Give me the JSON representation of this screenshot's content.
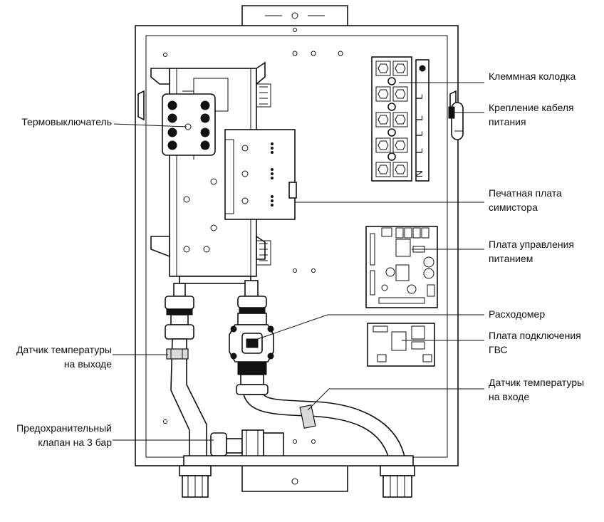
{
  "labels": {
    "terminal_block": "Клеммная колодка",
    "cable_mount_1": "Крепление кабеля",
    "cable_mount_2": "питания",
    "thermostat": "Термовыключатель",
    "triac_board_1": "Печатная плата",
    "triac_board_2": "симистора",
    "power_board_1": "Плата управления",
    "power_board_2": "питанием",
    "flowmeter": "Расходомер",
    "dhw_board_1": "Плата подключения",
    "dhw_board_2": "ГВС",
    "outlet_sensor_1": "Датчик температуры",
    "outlet_sensor_2": "на выходе",
    "inlet_sensor_1": "Датчик температуры",
    "inlet_sensor_2": "на входе",
    "safety_valve_1": "Предохранительный",
    "safety_valve_2": "клапан на 3 бар"
  },
  "terminal_marks": [
    "L",
    "L",
    "L",
    "L",
    "N"
  ],
  "colors": {
    "stroke": "#111111",
    "fill": "#ffffff",
    "shade": "#d9d9d9"
  }
}
